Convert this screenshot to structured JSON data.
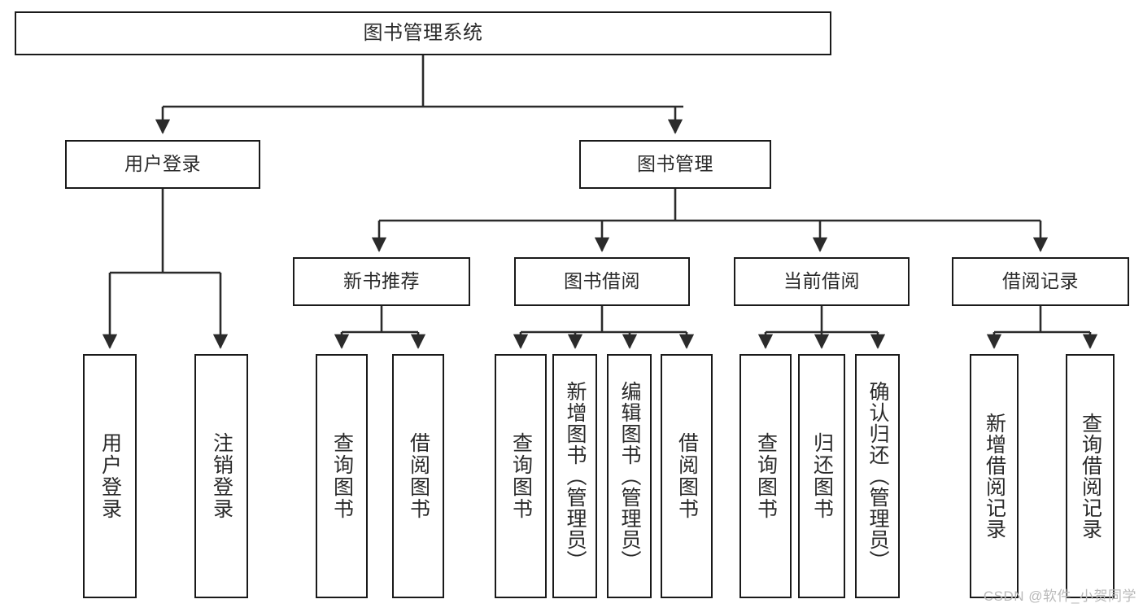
{
  "diagram": {
    "title": "图书管理系统",
    "type": "hierarchy-tree",
    "colors": {
      "box_border": "#1a1a1a",
      "box_fill": "#ffffff",
      "text": "#2a2a2a",
      "connector": "#2b2b2b",
      "watermark": "#b9b9b9"
    },
    "root": {
      "label": "图书管理系统"
    },
    "level2": [
      {
        "label": "用户登录"
      },
      {
        "label": "图书管理"
      }
    ],
    "level3": [
      {
        "label": "新书推荐"
      },
      {
        "label": "图书借阅"
      },
      {
        "label": "当前借阅"
      },
      {
        "label": "借阅记录"
      }
    ],
    "leaves": {
      "user_login": [
        {
          "label": "用户登录"
        },
        {
          "label": "注销登录"
        }
      ],
      "new_book_recommend": [
        {
          "label": "查询图书"
        },
        {
          "label": "借阅图书"
        }
      ],
      "book_borrow": [
        {
          "label": "查询图书"
        },
        {
          "label": "新增图书（管理员）"
        },
        {
          "label": "编辑图书（管理员）"
        },
        {
          "label": "借阅图书"
        }
      ],
      "current_borrow": [
        {
          "label": "查询图书"
        },
        {
          "label": "归还图书"
        },
        {
          "label": "确认归还（管理员）"
        }
      ],
      "borrow_record": [
        {
          "label": "新增借阅记录"
        },
        {
          "label": "查询借阅记录"
        }
      ]
    }
  },
  "watermark": {
    "text": "CSDN @软件_小贺同学"
  }
}
